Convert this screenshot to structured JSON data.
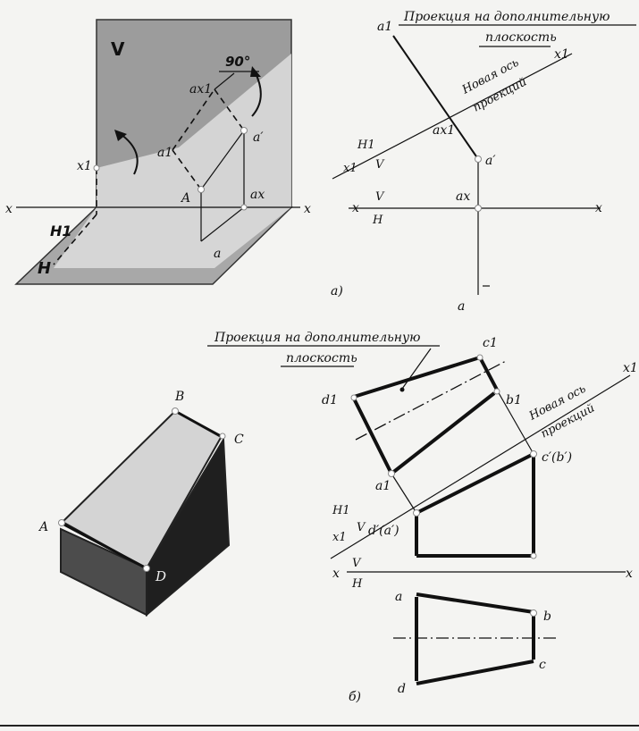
{
  "figure_a": {
    "plane_v": "V",
    "plane_h": "H",
    "plane_h1": "H1",
    "angle": "90°",
    "axis_x": "x",
    "axis_x1": "x1",
    "point_a_x1": "ax1",
    "point_a1": "a1",
    "point_a_prime": "a′",
    "point_A": "A",
    "point_a_x": "ax",
    "point_a": "a"
  },
  "figure_a_right": {
    "title_line1": "Проекция на дополнительную",
    "title_line2": "плоскость",
    "new_axis_line1": "Новая ось",
    "new_axis_line2": "проекций",
    "label_a1": "a1",
    "label_x1_top": "x1",
    "label_a_x1": "ax1",
    "label_H1": "H1",
    "label_V_upper": "V",
    "label_x1_left": "x1",
    "label_a_prime": "a′",
    "label_x_left": "x",
    "label_V_lower": "V",
    "label_H": "H",
    "label_a_x": "ax",
    "label_x_right": "x",
    "label_a": "a",
    "caption": "а)"
  },
  "figure_b_left": {
    "label_B": "B",
    "label_C": "C",
    "label_A": "A",
    "label_D": "D"
  },
  "figure_b_right": {
    "title_line1": "Проекция на дополнительную",
    "title_line2": "плоскость",
    "new_axis_line1": "Новая ось",
    "new_axis_line2": "проекций",
    "label_c1": "c1",
    "label_x1_top": "x1",
    "label_d1": "d1",
    "label_b1": "b1",
    "label_cb": "c′(b′)",
    "label_a1": "a1",
    "label_H1": "H1",
    "label_x1_left": "x1",
    "label_V_upper": "V",
    "label_da": "d′(a′)",
    "label_x_left": "x",
    "label_V_lower": "V",
    "label_H": "H",
    "label_x_right": "x",
    "label_a": "a",
    "label_b": "b",
    "label_c": "c",
    "label_d": "d",
    "caption": "б)"
  }
}
